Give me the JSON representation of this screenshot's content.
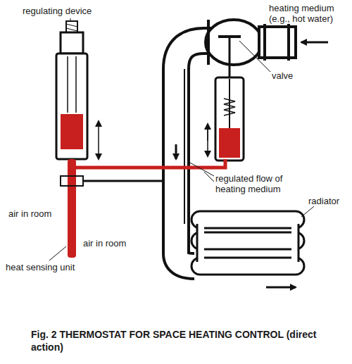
{
  "diagram": {
    "caption": "Fig. 2 THERMOSTAT FOR SPACE HEATING CONTROL (direct action)",
    "labels": [
      "regulating device",
      "heating medium (e.g., hot water)",
      "valve",
      "regulated flow of heating medium",
      "air in room",
      "air in room",
      "heat sensing unit",
      "radiator"
    ]
  }
}
